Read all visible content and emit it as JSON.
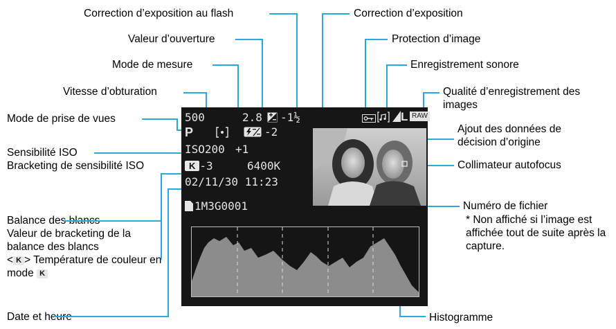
{
  "callouts": {
    "flash_exposure_correction": "Correction d’exposition au flash",
    "exposure_correction": "Correction d’exposition",
    "aperture_value": "Valeur d’ouverture",
    "image_protection": "Protection d’image",
    "metering_mode": "Mode de mesure",
    "sound_recording": "Enregistrement sonore",
    "shutter_speed": "Vitesse d’obturation",
    "recording_quality": "Qualité d’enregistrement des images",
    "shooting_mode": "Mode de prise de vues",
    "original_decision_data": "Ajout des données de décision d’origine",
    "iso_sensitivity": "Sensibilité ISO",
    "iso_bracketing": "Bracketing de sensibilité ISO",
    "af_point": "Collimateur autofocus",
    "white_balance": "Balance des blancs",
    "wb_bracketing": "Valeur de bracketing de la balance des blancs",
    "color_temp_prefix": "<",
    "color_temp_mid": "> Température de couleur en mode",
    "file_number": "Numéro de fichier",
    "file_number_note": "* Non affiché si l’image est affichée tout de suite après la capture.",
    "date_time": "Date et heure",
    "histogram": "Histogramme"
  },
  "k_symbol": "K",
  "screen": {
    "shutter": "500",
    "aperture": "2.8",
    "exp_comp": "-1½",
    "mode": "P",
    "flash_comp": "-2",
    "iso": "ISO200",
    "iso_bracket": "+1",
    "wb_bracket": "-3",
    "color_temp": "6400K",
    "datetime": "02/11/30 11:23",
    "file_no": "1M3G0001",
    "raw": "RAW",
    "quality_letter": "L"
  },
  "colors": {
    "leader": "#2aa8d8",
    "screen_bg": "#161616",
    "text": "#e4e4e4"
  }
}
